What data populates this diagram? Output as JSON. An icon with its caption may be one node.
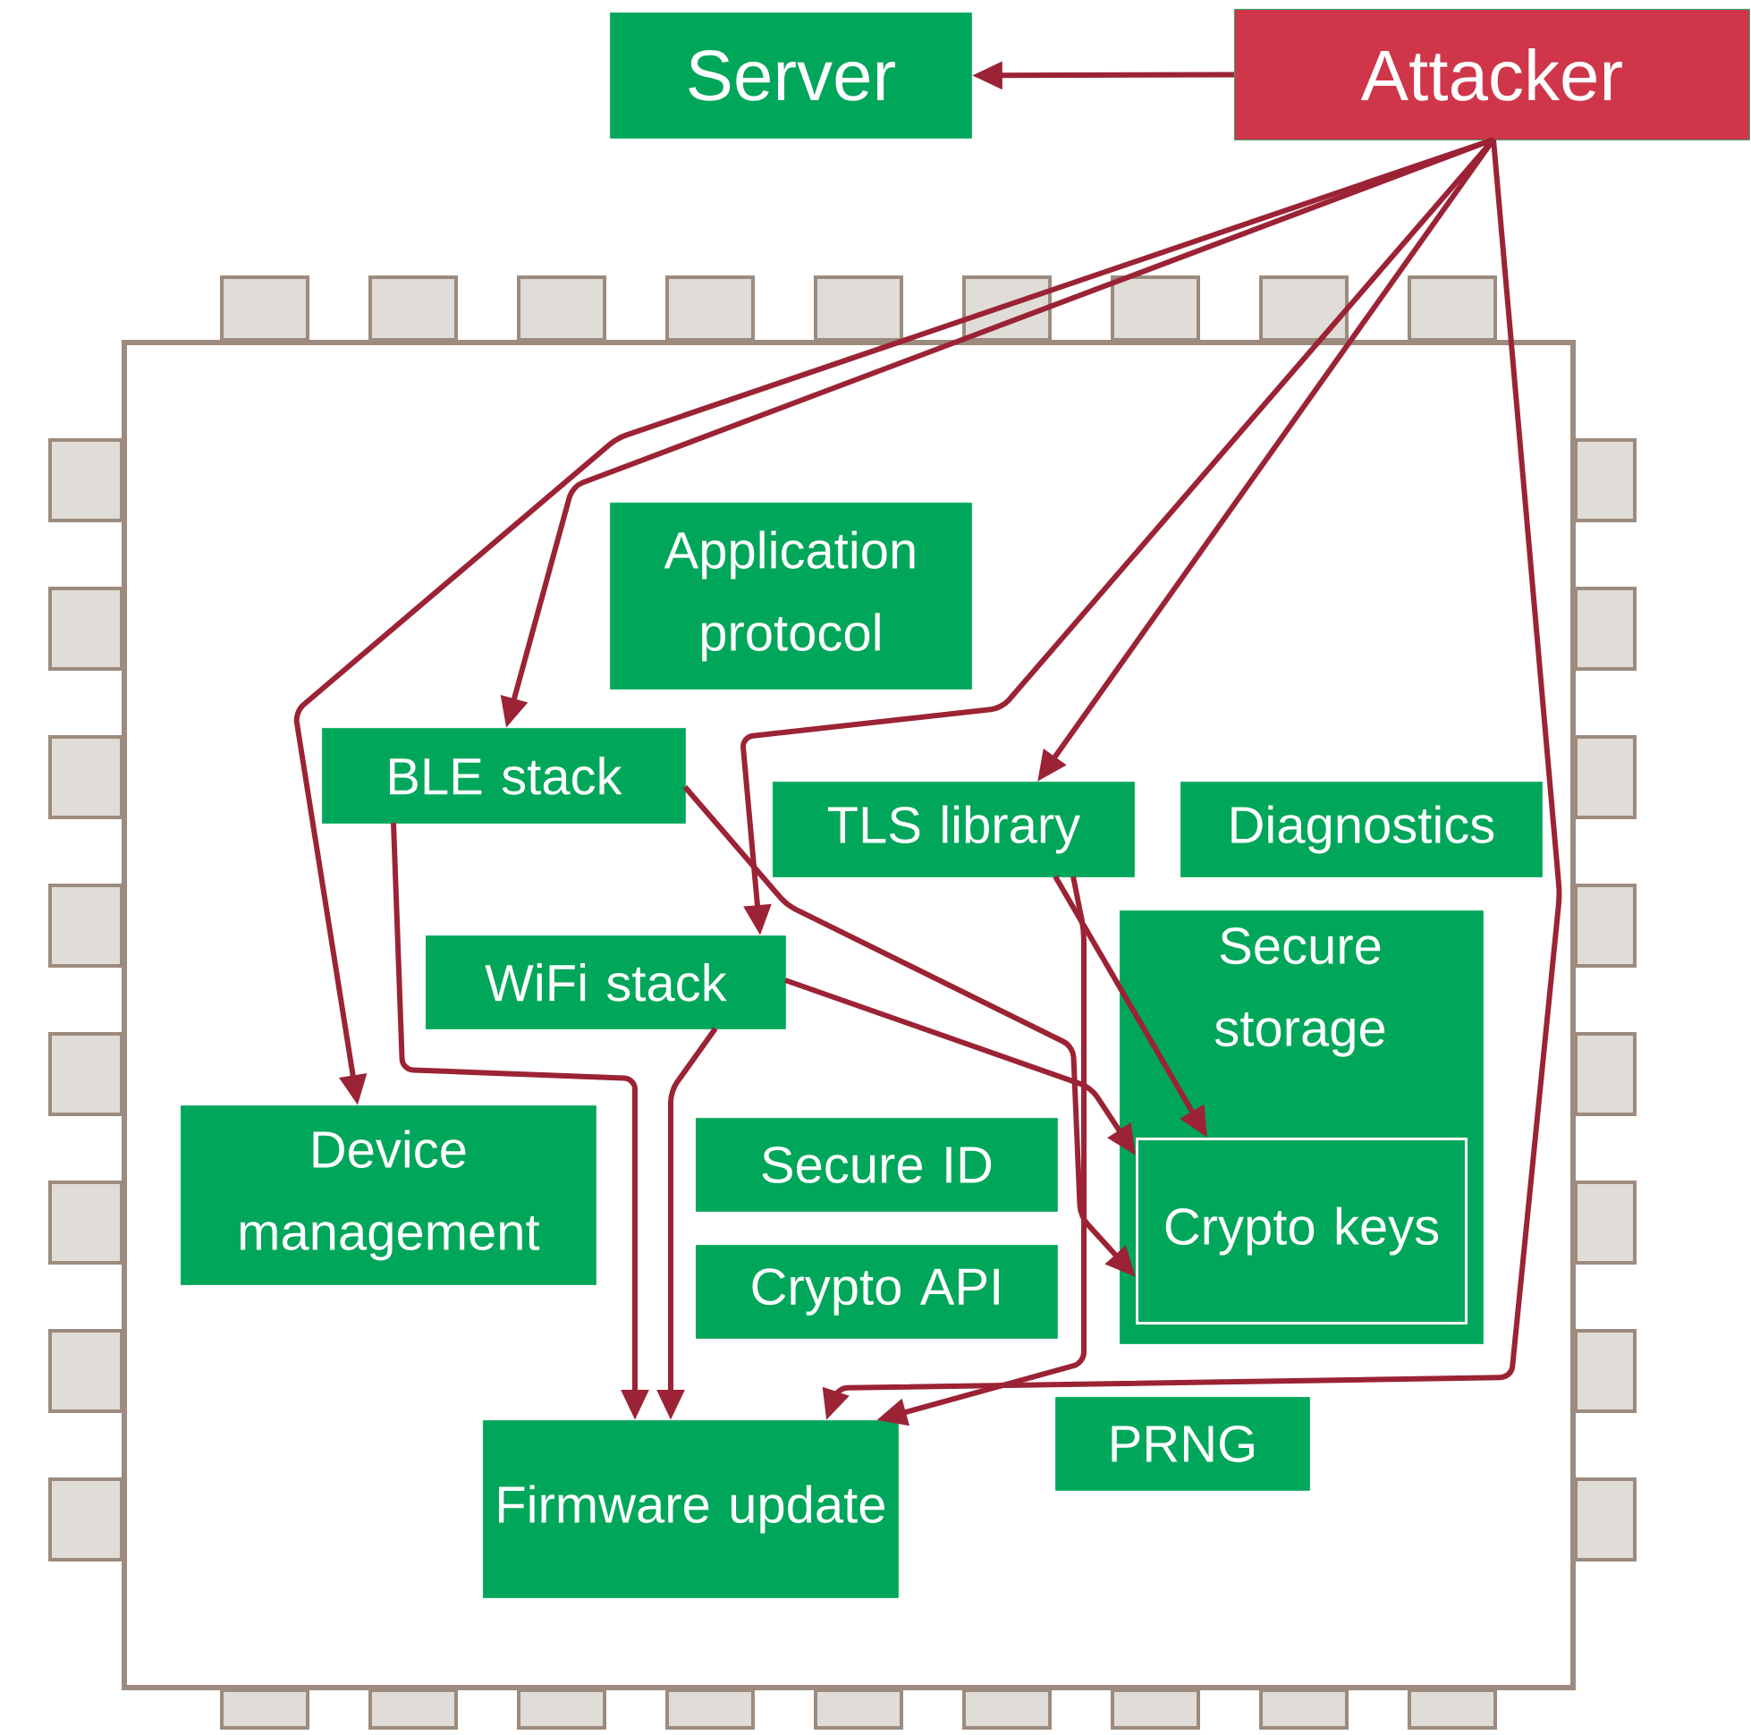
{
  "diagram": {
    "nodes": [
      {
        "text": [
          "Server"
        ]
      },
      {
        "text": [
          "Attacker"
        ]
      },
      {
        "text": [],
        "shape": "box"
      },
      {
        "text": [
          "Application protocol"
        ],
        "in": 2
      },
      {
        "text": [
          "BLE stack"
        ],
        "in": 2
      },
      {
        "text": [
          "TLS library"
        ],
        "in": 2
      },
      {
        "text": [
          "Diagnostics"
        ],
        "in": 2
      },
      {
        "text": [
          "WiFi stack"
        ],
        "in": 2
      },
      {
        "text": [
          "Secure storage"
        ],
        "in": 2
      },
      {
        "text": [
          "Crypto keys"
        ],
        "in": 8
      },
      {
        "text": [
          "Device management"
        ],
        "in": 2
      },
      {
        "text": [
          "Secure ID"
        ],
        "in": 2
      },
      {
        "text": [
          "Crypto API"
        ],
        "in": 2
      },
      {
        "text": [
          "PRNG"
        ],
        "in": 2
      },
      {
        "text": [
          "Firmware update"
        ],
        "in": 2
      }
    ],
    "edges": [
      {
        "from": 1,
        "to": 0,
        "arrow": "to"
      },
      {
        "from": 1,
        "to": 4,
        "arrow": "to"
      },
      {
        "from": 1,
        "to": 10,
        "arrow": "to"
      },
      {
        "from": 1,
        "to": 7,
        "arrow": "to"
      },
      {
        "from": 1,
        "to": 5,
        "arrow": "to"
      },
      {
        "from": 1,
        "to": 14,
        "arrow": "to"
      },
      {
        "from": 4,
        "to": 14,
        "arrow": "to"
      },
      {
        "from": 4,
        "to": 9,
        "arrow": "to"
      },
      {
        "from": 7,
        "to": 14,
        "arrow": "to"
      },
      {
        "from": 7,
        "to": 9,
        "arrow": "to"
      },
      {
        "from": 5,
        "to": 14,
        "arrow": "to"
      },
      {
        "from": 5,
        "to": 9,
        "arrow": "to"
      }
    ]
  }
}
